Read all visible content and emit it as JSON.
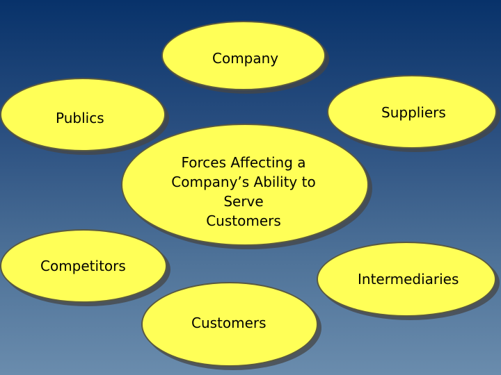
{
  "diagram": {
    "center": {
      "lines": [
        "Forces Affecting a",
        "Company’s Ability to",
        "Serve",
        "Customers"
      ]
    },
    "nodes": {
      "company": "Company",
      "publics": "Publics",
      "suppliers": "Suppliers",
      "competitors": "Competitors",
      "intermediaries": "Intermediaries",
      "customers": "Customers"
    }
  },
  "colors": {
    "ellipse_fill": "#ffff57",
    "background_top": "#08326a",
    "background_bottom": "#6a8cad"
  }
}
